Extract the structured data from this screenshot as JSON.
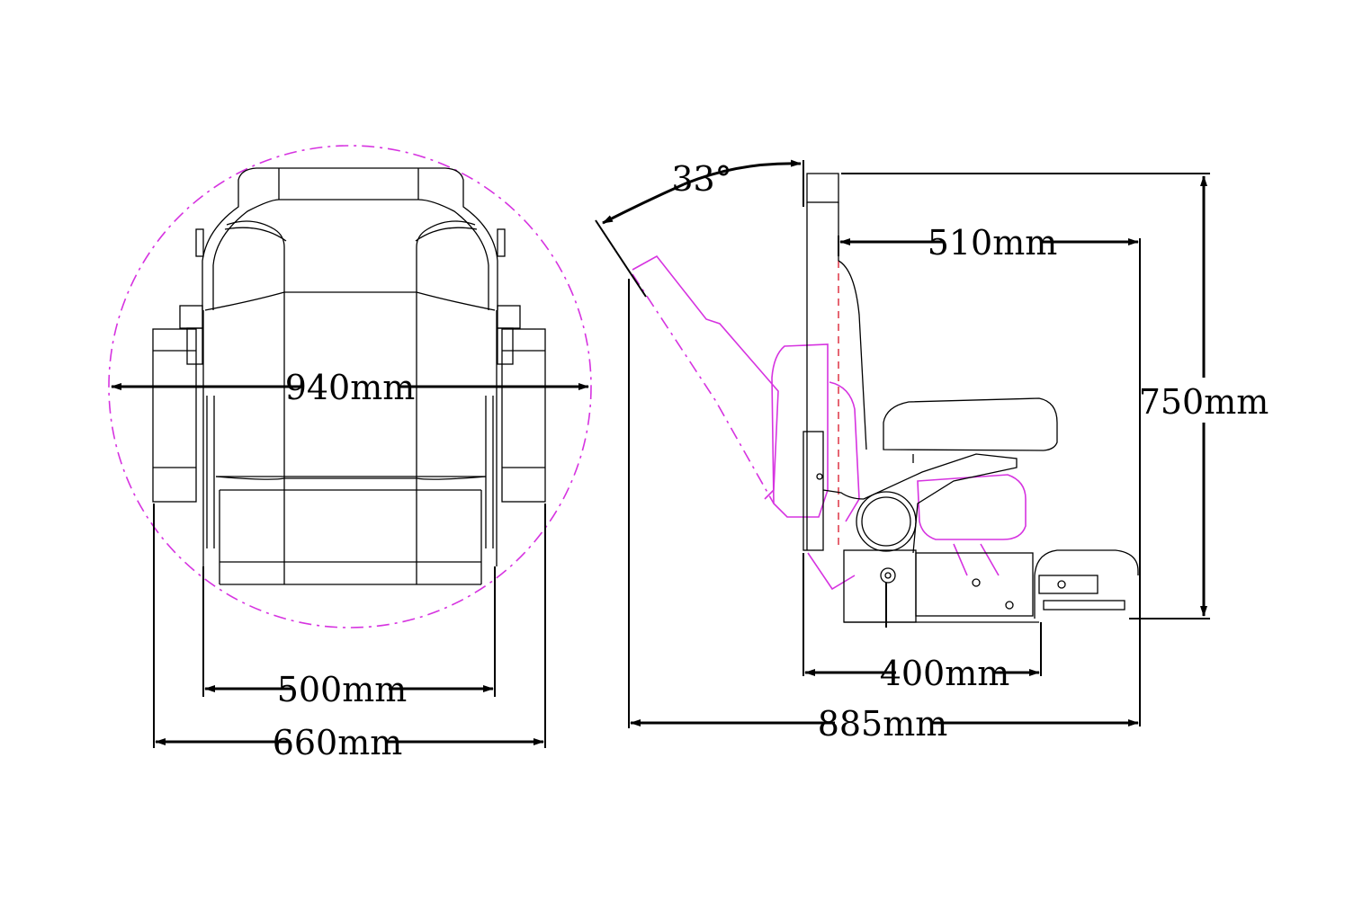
{
  "colors": {
    "line": "#000000",
    "swing_envelope": "#d633e0",
    "reference_line": "#e04050",
    "background": "#ffffff"
  },
  "front_view": {
    "swing_diameter_label": "940mm",
    "seat_width_label": "500mm",
    "overall_width_label": "660mm"
  },
  "side_view": {
    "recline_angle_label": "33°",
    "depth_label": "510mm",
    "height_label": "750mm",
    "base_depth_label": "400mm",
    "overall_depth_label": "885mm"
  }
}
